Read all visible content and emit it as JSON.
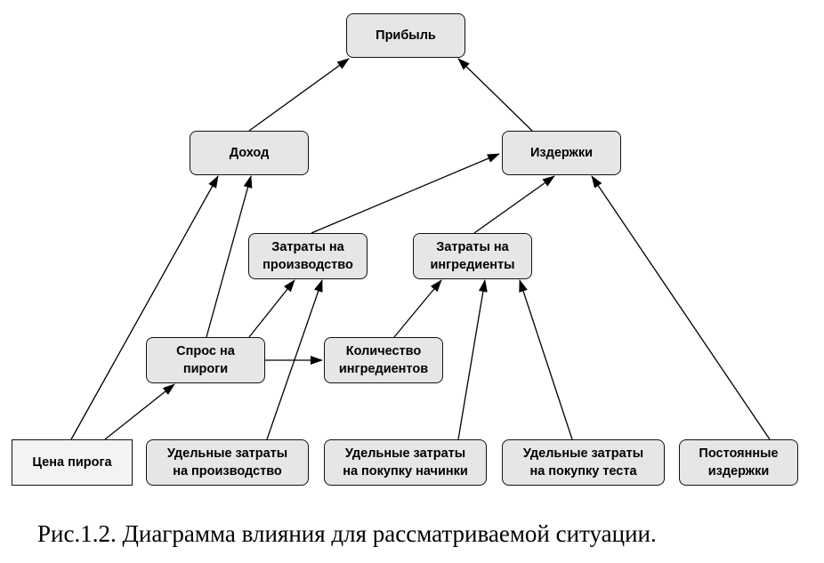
{
  "nodes": {
    "profit": "Прибыль",
    "income": "Доход",
    "costs": "Издержки",
    "production_costs": "Затраты на\nпроизводство",
    "ingredient_costs": "Затраты на\nингредиенты",
    "pie_demand": "Спрос на\nпироги",
    "ingredient_quantity": "Количество\nингредиентов",
    "pie_price": "Цена пирога",
    "unit_production_costs": "Удельные затраты\nна производство",
    "unit_filling_costs": "Удельные затраты\nна покупку начинки",
    "unit_dough_costs": "Удельные затраты\nна покупку теста",
    "fixed_costs": "Постоянные\nиздержки"
  },
  "edges": [
    {
      "from": "income",
      "to": "profit"
    },
    {
      "from": "costs",
      "to": "profit"
    },
    {
      "from": "production_costs",
      "to": "costs"
    },
    {
      "from": "ingredient_costs",
      "to": "costs"
    },
    {
      "from": "fixed_costs",
      "to": "costs"
    },
    {
      "from": "pie_price",
      "to": "income"
    },
    {
      "from": "pie_demand",
      "to": "income"
    },
    {
      "from": "pie_price",
      "to": "pie_demand"
    },
    {
      "from": "pie_demand",
      "to": "production_costs"
    },
    {
      "from": "unit_production_costs",
      "to": "production_costs"
    },
    {
      "from": "pie_demand",
      "to": "ingredient_quantity"
    },
    {
      "from": "ingredient_quantity",
      "to": "ingredient_costs"
    },
    {
      "from": "unit_filling_costs",
      "to": "ingredient_costs"
    },
    {
      "from": "unit_dough_costs",
      "to": "ingredient_costs"
    }
  ],
  "caption": "Рис.1.2. Диаграмма влияния для рассматриваемой ситуации.",
  "colors": {
    "node_fill": "#e6e6e6",
    "decision_fill": "#f3f3f3",
    "stroke": "#111111"
  }
}
